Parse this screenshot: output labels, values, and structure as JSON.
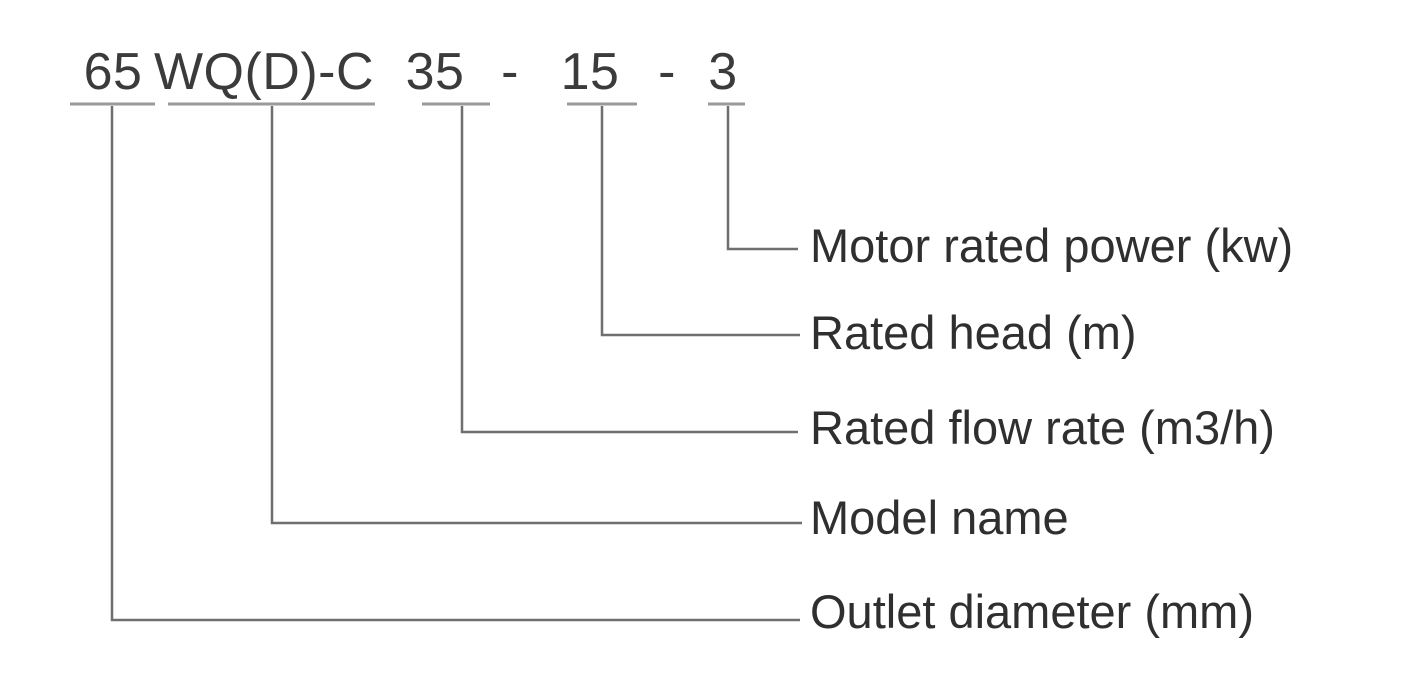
{
  "pump_model_code": {
    "full_code": "65 WQ(D)-C 35 - 15 - 3",
    "segments": {
      "outlet_diameter": "65",
      "model_name": "WQ(D)-C",
      "flow_rate": "35",
      "separator_1": "-",
      "rated_head": "15",
      "separator_2": "-",
      "motor_power": "3"
    }
  },
  "legend_labels": {
    "motor_power": "Motor rated power (kw)",
    "rated_head": "Rated head (m)",
    "flow_rate": "Rated flow rate (m3/h)",
    "model_name": "Model name",
    "outlet_diameter": "Outlet diameter (mm)"
  },
  "colors": {
    "background": "#ffffff",
    "code_text": "#3b3b3b",
    "label_text": "#2f2f2f",
    "connector_line": "#6f6f6f",
    "underline": "#9a9a9a"
  }
}
